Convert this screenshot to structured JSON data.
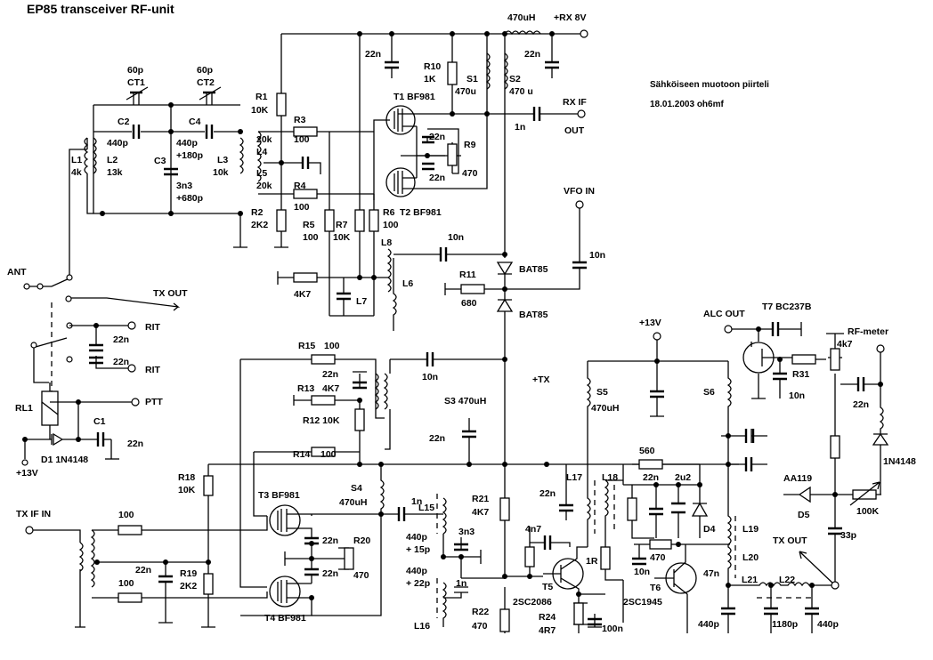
{
  "title": "EP85 transceiver RF-unit",
  "note": {
    "line1": "Sähköiseen muotoon piirteli",
    "line2": "18.01.2003 oh6mf"
  },
  "labels": {
    "ct1_val": "60p",
    "ct1": "CT1",
    "ct2_val": "60p",
    "ct2": "CT2",
    "c2": "C2",
    "c2_val": "440p",
    "c4": "C4",
    "c4_val1": "440p",
    "c4_val2": "+180p",
    "c3": "C3",
    "c3_val1": "3n3",
    "c3_val2": "+680p",
    "l1": "L1",
    "l1_val": "4k",
    "l2": "L2",
    "l2_val": "13k",
    "l3": "L3",
    "l3_val": "10k",
    "r1": "R1",
    "r1_val": "10K",
    "r2": "R2",
    "r2_val": "2K2",
    "r3": "R3",
    "r3_val": "100",
    "r4": "R4",
    "r4_val": "100",
    "l4": "L4",
    "l4_val": "20k",
    "l5": "L5",
    "l5_val": "20k",
    "c_22n_top": "22n",
    "r10": "R10",
    "r10_val": "1K",
    "s1": "S1",
    "s1_val": "470u",
    "s2": "S2",
    "s2_val": "470 u",
    "choke_top": "470uH",
    "rx8v": "+RX 8V",
    "c_22n_rx": "22n",
    "t1": "T1 BF981",
    "t2": "T2 BF981",
    "c_22n_t1": "22n",
    "c_22n_t2": "22n",
    "r9": "R9",
    "r9_val": "470",
    "rxif": "RX IF",
    "rxif_cap": "1n",
    "out": "OUT",
    "r5": "R5",
    "r5_val": "100",
    "r7": "R7",
    "r7_val": "10K",
    "r6": "R6",
    "r6_val": "100",
    "l8": "L8",
    "l7": "L7",
    "l6": "L6",
    "r_4k7": "4K7",
    "c_10n_a": "10n",
    "vfo_in": "VFO IN",
    "vfo_cap": "10n",
    "r11": "R11",
    "r11_val": "680",
    "bat85_1": "BAT85",
    "bat85_2": "BAT85",
    "ant": "ANT",
    "tx_out_top": "TX OUT",
    "rit1": "RIT",
    "rit2": "RIT",
    "rit_c1": "22n",
    "rit_c2": "22n",
    "rl1": "RL1",
    "ptt": "PTT",
    "c1": "C1",
    "c1_val": "22n",
    "d1": "D1 1N4148",
    "v13_left": "+13V",
    "r15": "R15",
    "r15_val": "100",
    "r13": "R13",
    "r13_val": "4K7",
    "r12": "R12 10K",
    "c_22n_r13": "22n",
    "c_10n_b": "10n",
    "r14": "R14",
    "r14_val": "100",
    "s3": "S3 470uH",
    "s3_cap": "22n",
    "tx_plus": "+TX",
    "v13_mid": "+13V",
    "s5": "S5",
    "s5_val": "470uH",
    "s6": "S6",
    "alc_out": "ALC OUT",
    "t7": "T7 BC237B",
    "r_4k7_b": "4k7",
    "rf_meter": "RF-meter",
    "r31": "R31",
    "r31_cap": "10n",
    "c_22n_rf": "22n",
    "d_1n4148": "1N4148",
    "aa119": "AA119",
    "d5": "D5",
    "pot_100k": "100K",
    "c_33p": "33p",
    "tx_out_bottom": "TX OUT",
    "r18": "R18",
    "r18_val": "10K",
    "t3": "T3 BF981",
    "t4": "T4 BF981",
    "s4": "S4",
    "s4_val": "470uH",
    "tx_if_in": "TX IF IN",
    "r_100_a": "100",
    "r_100_b": "100",
    "r19": "R19",
    "r19_val": "2K2",
    "c_22n_r19": "22n",
    "c_22n_t3": "22n",
    "c_22n_t4": "22n",
    "r20": "R20",
    "r20_val": "470",
    "c_1n_s4": "1n",
    "l15": "L15",
    "l16": "L16",
    "c_440p_15p_a": "440p",
    "c_440p_15p_b": "+ 15p",
    "c_440p_22p_a": "440p",
    "c_440p_22p_b": "+ 22p",
    "c_3n3": "3n3",
    "c_1n_l16": "1n",
    "r21": "R21",
    "r21_val": "4K7",
    "r22": "R22",
    "r22_val": "470",
    "l17": "L17",
    "l17_cap": "22n",
    "l18": "L18",
    "r_560": "560",
    "c_22n_l18": "22n",
    "c_2u2": "2u2",
    "d4": "D4",
    "c_4n7": "4n7",
    "r_1r": "1R",
    "t5": "T5",
    "t5_type": "2SC2086",
    "r24": "R24",
    "r24_val": "4R7",
    "c_100n": "100n",
    "r_470_t6": "470",
    "c_10n_t6": "10n",
    "t6": "T6",
    "t6_type": "2SC1945",
    "l19": "L19",
    "l20": "L20",
    "c_47n": "47n",
    "l21": "L21",
    "l22": "L22",
    "c_440p_a": "440p",
    "c_1180p": "1180p",
    "c_440p_b": "440p"
  }
}
